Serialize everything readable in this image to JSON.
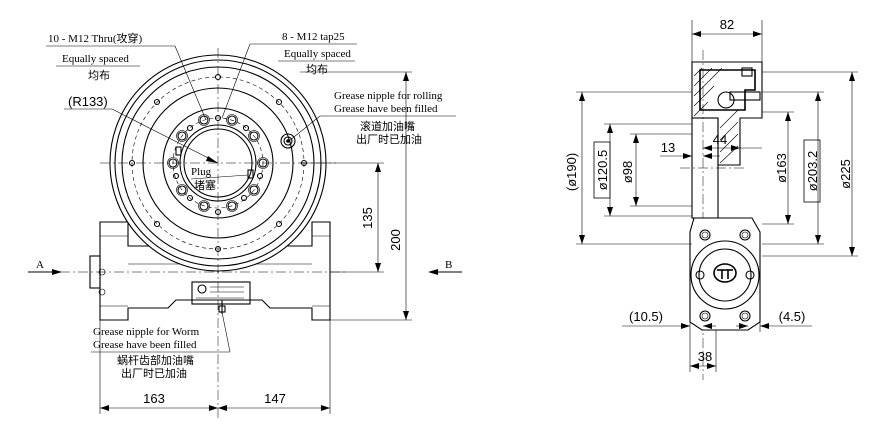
{
  "front_view": {
    "hole_note_1": "10 - M12 Thru(攻穿)",
    "hole_note_1_sub_en": "Equally spaced",
    "hole_note_1_sub_cn": "均布",
    "hole_note_2": "8 - M12 tap25",
    "hole_note_2_sub_en": "Equally spaced",
    "hole_note_2_sub_cn": "均布",
    "radius_label": "(R133)",
    "grease_roll_1": "Grease nipple for rolling",
    "grease_roll_2": "Grease have been filled",
    "grease_roll_cn_1": "滚道加油嘴",
    "grease_roll_cn_2": "出厂时已加油",
    "plug_en": "Plug",
    "plug_cn": "堵塞",
    "grease_worm_1": "Grease nipple for Worm",
    "grease_worm_2": "Grease have been filled",
    "grease_worm_cn_1": "蜗杆齿部加油嘴",
    "grease_worm_cn_2": "出厂时已加油",
    "section_left": "A",
    "section_right": "B",
    "dim_135": "135",
    "dim_200": "200",
    "dim_163": "163",
    "dim_147": "147"
  },
  "side_view": {
    "dim_82": "82",
    "dim_190": "(ø190)",
    "dim_120_5": "ø120.5",
    "dim_98": "ø98",
    "dim_13": "13",
    "dim_44": "44",
    "dim_163": "ø163",
    "dim_203_2": "ø203.2",
    "dim_225": "ø225",
    "dim_10_5": "(10.5)",
    "dim_4_5": "(4.5)",
    "dim_38": "38"
  },
  "icons": [
    "grease-nipple-icon",
    "brand-logo-icon",
    "nameplate-icon"
  ]
}
